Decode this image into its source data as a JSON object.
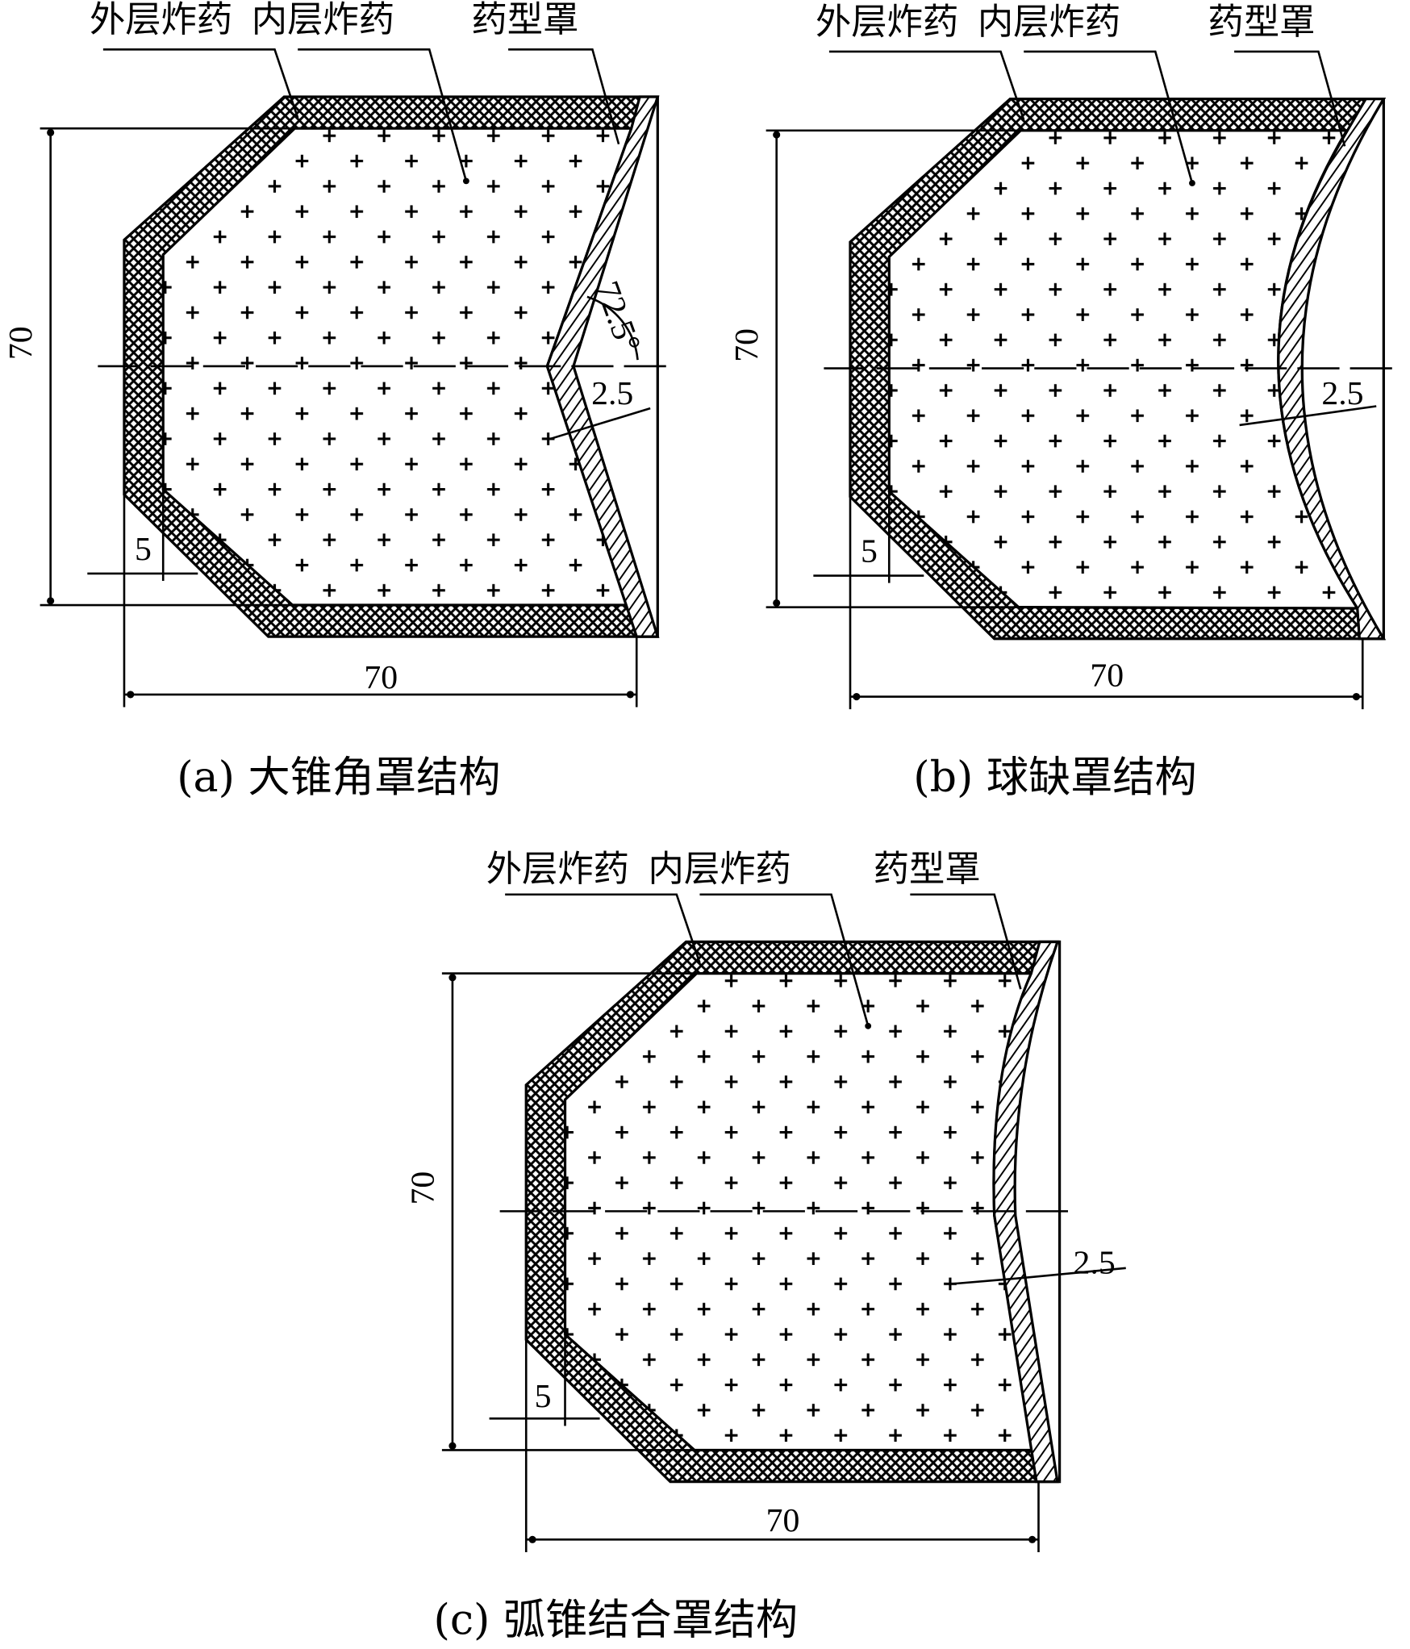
{
  "panels": [
    {
      "id": "a",
      "labels": {
        "outer": "外层炸药",
        "inner": "内层炸药",
        "liner": "药型罩"
      },
      "dims": {
        "height": "70",
        "width": "70",
        "wall": "5",
        "liner_thickness": "2.5",
        "angle": "72.5°"
      },
      "caption": "(a)  大锥角罩结构"
    },
    {
      "id": "b",
      "labels": {
        "outer": "外层炸药",
        "inner": "内层炸药",
        "liner": "药型罩"
      },
      "dims": {
        "height": "70",
        "width": "70",
        "wall": "5",
        "liner_thickness": "2.5"
      },
      "caption": "(b)  球缺罩结构"
    },
    {
      "id": "c",
      "labels": {
        "outer": "外层炸药",
        "inner": "内层炸药",
        "liner": "药型罩"
      },
      "dims": {
        "height": "70",
        "width": "70",
        "wall": "5",
        "liner_thickness": "2.5"
      },
      "caption": "(c)  弧锥结合罩结构"
    }
  ]
}
